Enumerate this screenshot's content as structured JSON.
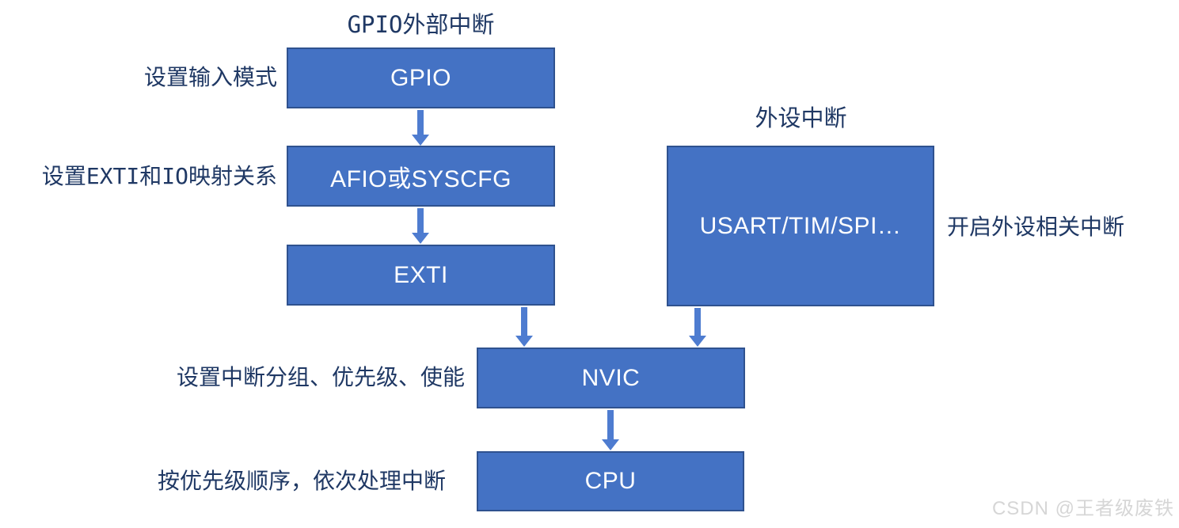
{
  "titles": {
    "gpio_flow": "GPIO外部中断",
    "peripheral_flow": "外设中断"
  },
  "nodes": {
    "gpio": "GPIO",
    "afio": "AFIO或SYSCFG",
    "exti": "EXTI",
    "usart": "USART/TIM/SPI…",
    "nvic": "NVIC",
    "cpu": "CPU"
  },
  "annotations": {
    "input_mode": "设置输入模式",
    "exti_mapping": "设置EXTI和IO映射关系",
    "peripheral_enable": "开启外设相关中断",
    "nvic_config": "设置中断分组、优先级、使能",
    "cpu_handling": "按优先级顺序，依次处理中断"
  },
  "watermark": "CSDN @王者级废铁",
  "colors": {
    "box_fill": "#4472C4",
    "box_border": "#2F528F",
    "arrow": "#4E7CD0",
    "text_dark": "#1F3864",
    "box_text": "#FFFFFF",
    "watermark": "#D6D6D6",
    "bg": "#FFFFFF"
  }
}
